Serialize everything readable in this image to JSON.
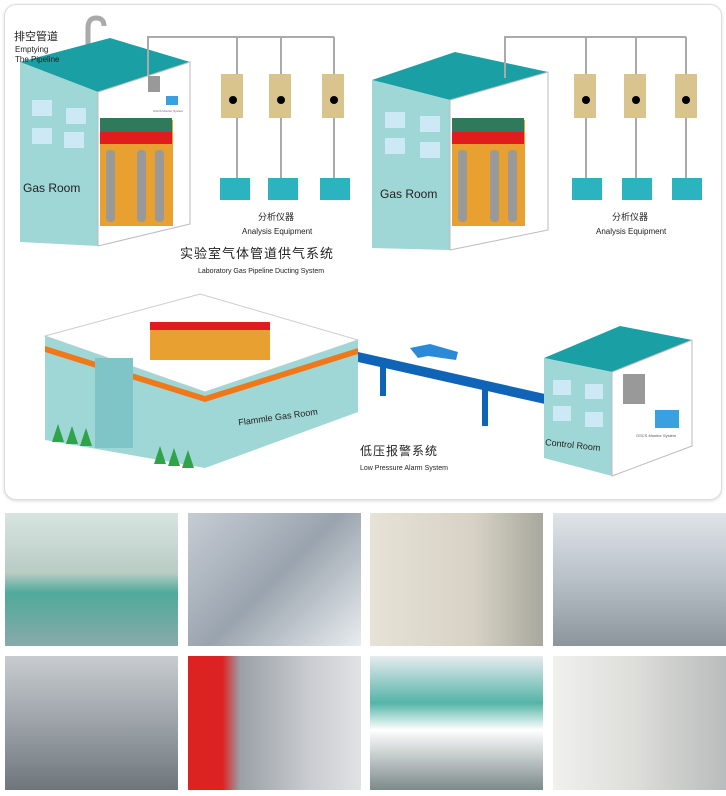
{
  "top_left": {
    "vent_cn": "排空管道",
    "vent_en_line1": "Emptying",
    "vent_en_line2": "The Pipeline",
    "gas_room_left": "Gas Room",
    "gas_room_right": "Gas Room",
    "analysis_cn_left": "分析仪器",
    "analysis_en_left": "Analysis Equipment",
    "analysis_cn_right": "分析仪器",
    "analysis_en_right": "Analysis Equipment",
    "system_title_cn": "实验室气体管道供气系统",
    "system_title_en": "Laboratory Gas Pipeline Ducting System",
    "monitor_label": "GSCS Monitor System"
  },
  "bottom": {
    "flammable_room": "Flammle Gas Room",
    "control_room": "Control Room",
    "alarm_cn": "低压报警系统",
    "alarm_en": "Low Pressure Alarm System",
    "monitor_label": "GSCS Monitor System"
  },
  "photos": [
    "lab-benches",
    "lab-analysis-instrument",
    "lab-gas-panel-room",
    "lab-fume-hood",
    "gas-cylinder-room",
    "gas-cylinders-red",
    "lab-bench-cabinets",
    "gas-regulator-panel"
  ],
  "colors": {
    "teal_roof": "#1a9fa5",
    "teal_wall": "#9fd6d6",
    "pipe_blue": "#1064b8",
    "orange": "#f07818",
    "cabinet_red": "#e01c1c"
  }
}
